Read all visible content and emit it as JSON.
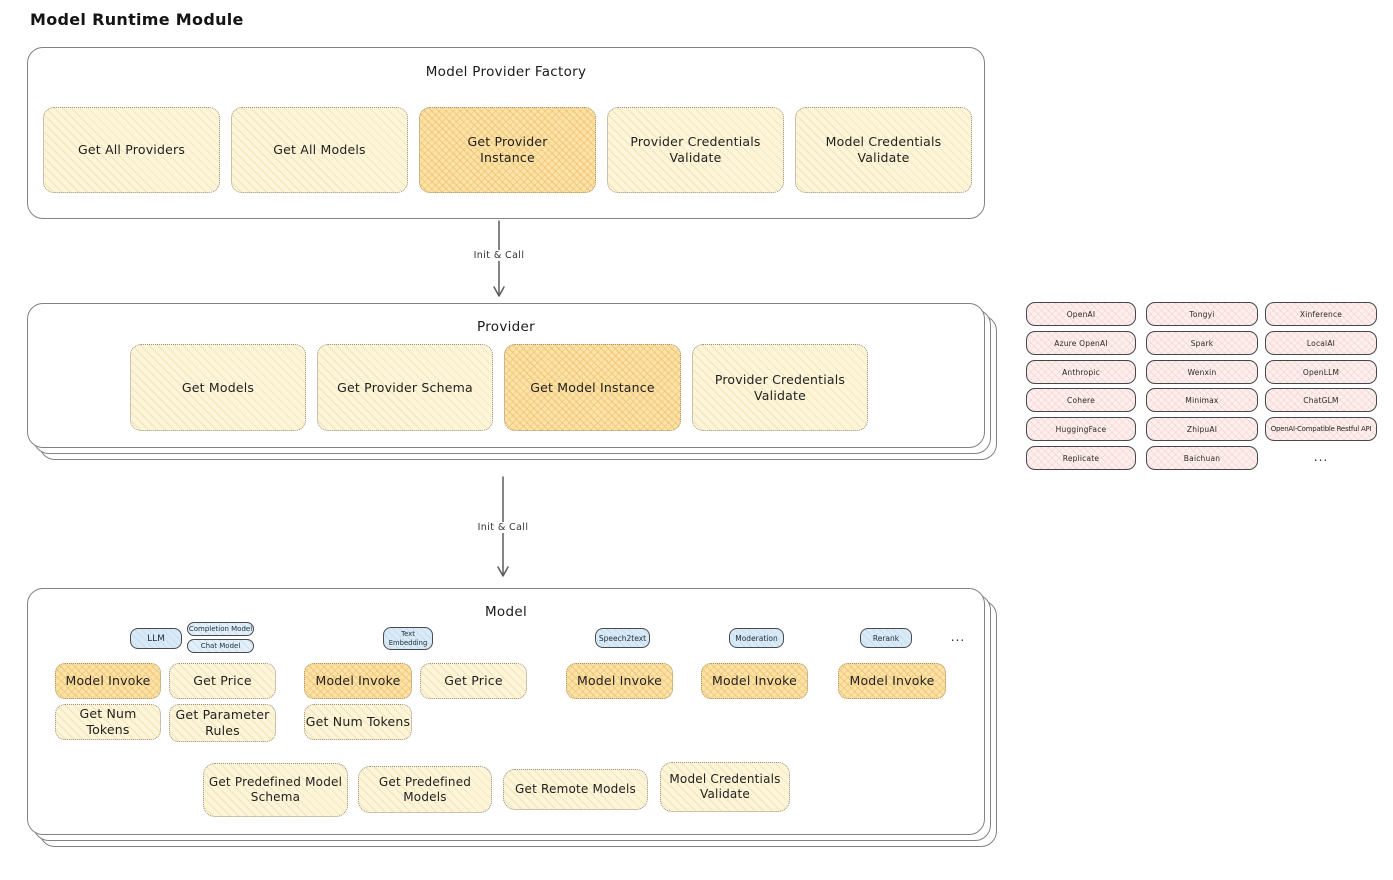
{
  "page_title": "Model Runtime Module",
  "colors": {
    "node_yellow": "#fdf5da",
    "node_highlight_orange": "#fbe3a9",
    "provider_pink": "#fdefed",
    "tag_blue": "#d9eaf6",
    "frame_border": "#828282"
  },
  "factory": {
    "title": "Model Provider Factory",
    "items": [
      {
        "label": "Get All Providers",
        "highlighted": false
      },
      {
        "label": "Get All Models",
        "highlighted": false
      },
      {
        "label": "Get Provider Instance",
        "highlighted": true
      },
      {
        "label": "Provider Credentials Validate",
        "highlighted": false
      },
      {
        "label": "Model Credentials Validate",
        "highlighted": false
      }
    ]
  },
  "arrows": {
    "factory_to_provider": "Init & Call",
    "provider_to_model": "Init & Call"
  },
  "provider": {
    "title": "Provider",
    "items": [
      {
        "label": "Get Models",
        "highlighted": false
      },
      {
        "label": "Get Provider Schema",
        "highlighted": false
      },
      {
        "label": "Get Model Instance",
        "highlighted": true
      },
      {
        "label": "Provider Credentials Validate",
        "highlighted": false
      }
    ]
  },
  "provider_list": {
    "rows": [
      [
        "OpenAI",
        "Tongyi",
        "Xinference"
      ],
      [
        "Azure OpenAI",
        "Spark",
        "LocalAI"
      ],
      [
        "Anthropic",
        "Wenxin",
        "OpenLLM"
      ],
      [
        "Cohere",
        "Minimax",
        "ChatGLM"
      ],
      [
        "HuggingFace",
        "ZhipuAI",
        "OpenAI-Compatible Restful API"
      ],
      [
        "Replicate",
        "Baichuan"
      ]
    ],
    "more": "..."
  },
  "model": {
    "title": "Model",
    "groups": [
      {
        "tag": "LLM",
        "extra_tags": [
          "Completion Model",
          "Chat Model"
        ],
        "functions": [
          "Model Invoke",
          "Get Price",
          "Get Num Tokens",
          "Get Parameter Rules"
        ]
      },
      {
        "tag": "Text Embedding",
        "functions": [
          "Model Invoke",
          "Get Price",
          "Get Num Tokens"
        ]
      },
      {
        "tag": "Speech2text",
        "functions": [
          "Model Invoke"
        ]
      },
      {
        "tag": "Moderation",
        "functions": [
          "Model Invoke"
        ]
      },
      {
        "tag": "Rerank",
        "functions": [
          "Model Invoke"
        ]
      }
    ],
    "more": "...",
    "shared_functions": [
      "Get Predefined Model Schema",
      "Get Predefined Models",
      "Get Remote Models",
      "Model Credentials Validate"
    ]
  }
}
